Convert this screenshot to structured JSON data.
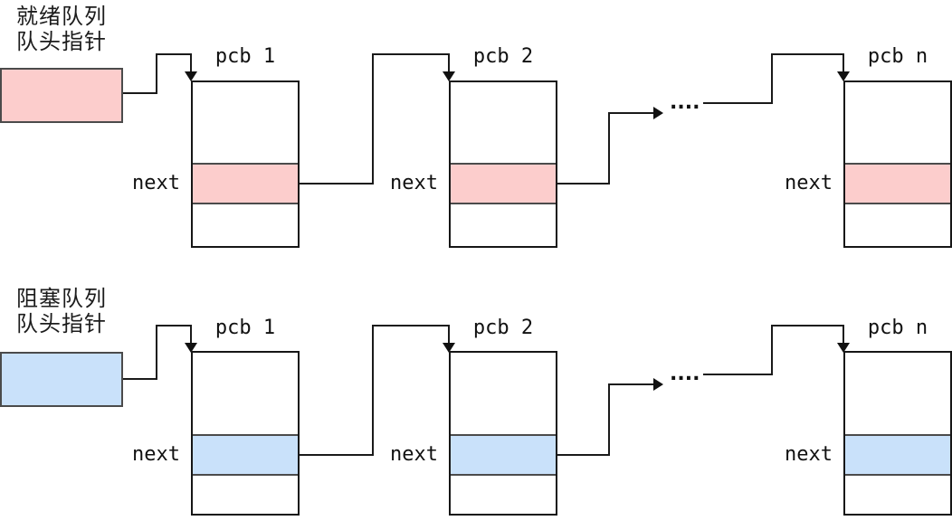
{
  "diagram": {
    "line_color": "#1a1a1a",
    "queues": [
      {
        "name": "ready",
        "label_line1": "就绪队列",
        "label_line2": "队头指针",
        "fill": "#fccdcc",
        "dots": "....",
        "nodes": [
          {
            "title": "pcb 1",
            "next_label": "next"
          },
          {
            "title": "pcb 2",
            "next_label": "next"
          },
          {
            "title": "pcb n",
            "next_label": "next"
          }
        ]
      },
      {
        "name": "blocked",
        "label_line1": "阻塞队列",
        "label_line2": "队头指针",
        "fill": "#c9e1fa",
        "dots": "....",
        "nodes": [
          {
            "title": "pcb 1",
            "next_label": "next"
          },
          {
            "title": "pcb 2",
            "next_label": "next"
          },
          {
            "title": "pcb n",
            "next_label": "next"
          }
        ]
      }
    ]
  }
}
